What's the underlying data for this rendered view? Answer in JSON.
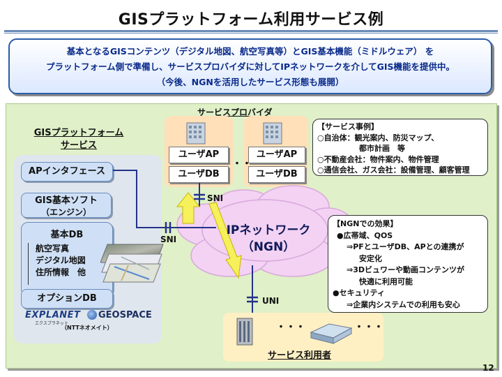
{
  "title": "GISプラットフォーム利用サービス例",
  "summary": {
    "line1": "基本となるGISコンテンツ（デジタル地図、航空写真等）とGIS基本機能（ミドルウェア） を",
    "line2": "プラットフォーム側で準備し、サービスプロバイダに対してIPネットワークを介してGIS機能を提供中。",
    "line3": "（今後、NGNを活用したサービス形態も展開）"
  },
  "platform": {
    "title_line1": "GISプラットフォーム",
    "title_line2": "サービス",
    "api": "APインタフェース",
    "software": "GIS基本ソフト",
    "engine": "（エンジン）",
    "basic_db": "基本DB",
    "contents": [
      "航空写真",
      "デジタル地図",
      "住所情報　他"
    ],
    "option_db": "オプションDB",
    "logo_explanet": "EXPLANET",
    "logo_explanet_sub": "エクスプラネット",
    "logo_geospace": "GEOSPACE",
    "ntt_label": "（NTTネオメイト）"
  },
  "provider": {
    "title": "サービスプロバイダ",
    "user_ap": "ユーザAP",
    "user_db": "ユーザDB",
    "ellipsis": "・・"
  },
  "examples": {
    "heading": "【サービス事例】",
    "lines": [
      "○自治体：観光案内、防災マップ、",
      "都市計画　等",
      "○不動産会社：物件案内、物件管理",
      "○通信会社、ガス会社：設備管理、顧客管理"
    ]
  },
  "network": {
    "line1": "IPネットワーク",
    "line2": "（NGN）",
    "sni_top": "SNI",
    "sni_left": "SNI",
    "uni": "UNI"
  },
  "ngn_effects": {
    "heading": "【NGNでの効果】",
    "lines": [
      "●広帯域、QOS",
      "⇒PFとユーザDB、APとの連携が",
      "安定化",
      "⇒3Dビュワーや動画コンテンツが",
      "快適に利用可能",
      "●セキュリティ",
      "⇒企業内システムでの利用も安心"
    ]
  },
  "users": {
    "label": "サービス利用者",
    "dots": "・・・"
  },
  "page_number": "12",
  "colors": {
    "accent_blue": "#2a5aa8",
    "panel_green": "#e0f0c8",
    "orange": "#ffe0b8",
    "arrow_yellow": "#f6f05a"
  }
}
